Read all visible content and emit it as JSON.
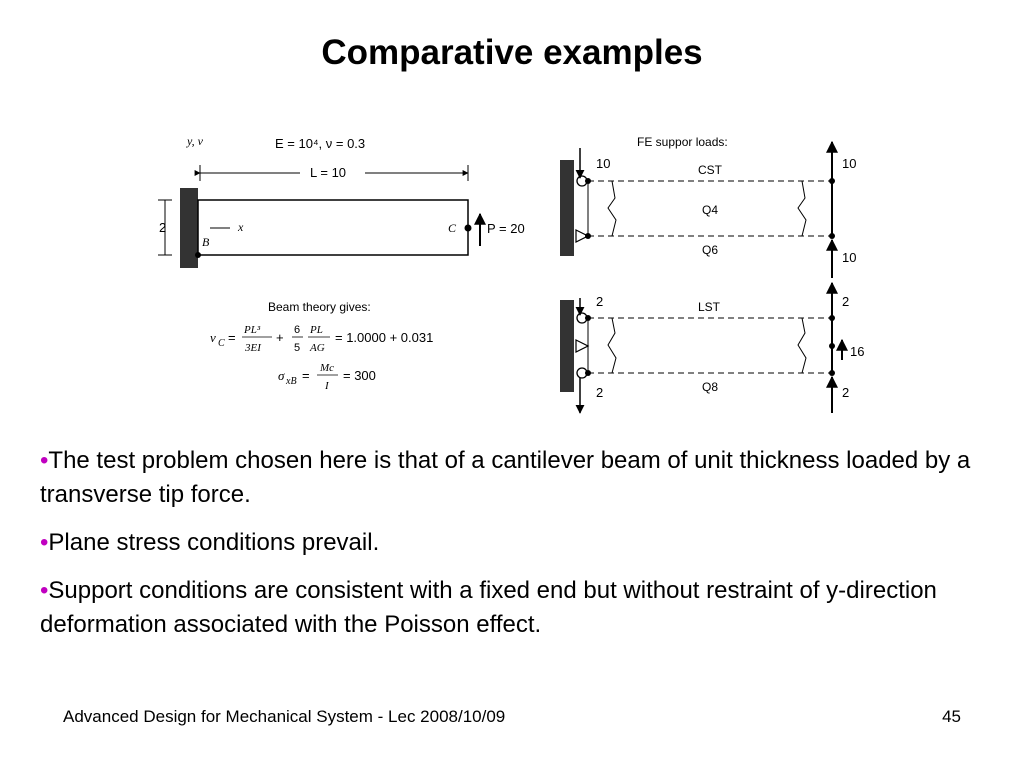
{
  "slide": {
    "title": "Comparative examples",
    "footer": "Advanced Design for Mechanical System - Lec 2008/10/09",
    "page_number": "45"
  },
  "figure_left": {
    "axis_label": "y, v",
    "material": "E = 10⁴,  ν = 0.3",
    "length_label": "L = 10",
    "height_label": "2",
    "x_label": "x",
    "point_B": "B",
    "point_C": "C",
    "load_label": "P = 20",
    "beam_theory_heading": "Beam theory gives:",
    "eq1_prefix": "v",
    "eq1_sub": "C",
    "eq1_t1_num": "PL³",
    "eq1_t1_den": "3EI",
    "eq1_coef_num": "6",
    "eq1_coef_den": "5",
    "eq1_t2_num": "PL",
    "eq1_t2_den": "AG",
    "eq1_result": "= 1.0000 + 0.031",
    "eq2_prefix": "σ",
    "eq2_sub": "xB",
    "eq2_num": "Mc",
    "eq2_den": "I",
    "eq2_result": "= 300"
  },
  "figure_right": {
    "header": "FE suppor        loads:",
    "top": {
      "left_load": "10",
      "right_top_load": "10",
      "right_bottom_load": "10",
      "el1": "CST",
      "el2": "Q4",
      "el3": "Q6"
    },
    "bottom": {
      "left_top_load": "2",
      "left_bottom_load": "2",
      "right_top_load": "2",
      "right_mid_load": "16",
      "right_bottom_load": "2",
      "el1": "LST",
      "el2": "Q8"
    }
  },
  "bullets": [
    "The test problem chosen here is that of a cantilever beam of unit thickness loaded by a transverse tip force.",
    "Plane stress conditions prevail.",
    "Support conditions are consistent with a fixed end but without restraint of y-direction deformation associated with the Poisson effect."
  ],
  "bullet_mark": "•",
  "colors": {
    "bullet": "#c000c0",
    "text": "#000000",
    "background": "#ffffff"
  }
}
